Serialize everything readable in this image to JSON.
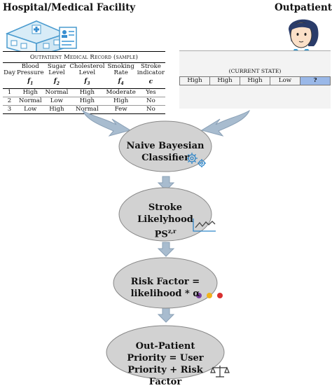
{
  "headers": {
    "hospital": "Hospital/Medical Facility",
    "outpatient": "Outpatient"
  },
  "record": {
    "title": "Outpatient Medical Record (sample)",
    "columns": [
      {
        "label": "Day",
        "symbol": ""
      },
      {
        "label": "Blood Pressure",
        "symbol": "f1"
      },
      {
        "label": "Sugar Level",
        "symbol": "f2"
      },
      {
        "label": "Cholesterol Level",
        "symbol": "f3"
      },
      {
        "label": "Smoking Rate",
        "symbol": "f4"
      },
      {
        "label": "Stroke indicator",
        "symbol": "c"
      }
    ],
    "rows": [
      [
        "1",
        "High",
        "Normal",
        "High",
        "Moderate",
        "Yes"
      ],
      [
        "2",
        "Normal",
        "Low",
        "High",
        "High",
        "No"
      ],
      [
        "3",
        "Low",
        "High",
        "Normal",
        "Few",
        "No"
      ]
    ]
  },
  "current_state": {
    "title": "(CURRENT STATE)",
    "values": [
      "High",
      "High",
      "High",
      "Low",
      "?"
    ]
  },
  "nodes": {
    "classifier": "Naive Bayesian Classifier",
    "likelihood_line1": "Stroke Likelyhood",
    "likelihood_line2": "PS",
    "likelihood_sup": "z,r",
    "risk": "Risk Factor = likelihood * α",
    "priority": "Out-Patient Priority = User Priority + Risk Factor"
  },
  "colors": {
    "node_fill": "#d2d2d2",
    "arrow_fill": "#a8bccf",
    "icon_blue": "#2f86c9",
    "dot_purple": "#7b3fa0",
    "dot_yellow": "#f2b21a",
    "dot_red": "#d83030"
  },
  "icons": [
    "hospital-icon",
    "medical-record-icon",
    "patient-avatar-icon",
    "gear-icon",
    "trend-chart-icon",
    "colored-dots-icon",
    "scale-icon"
  ]
}
